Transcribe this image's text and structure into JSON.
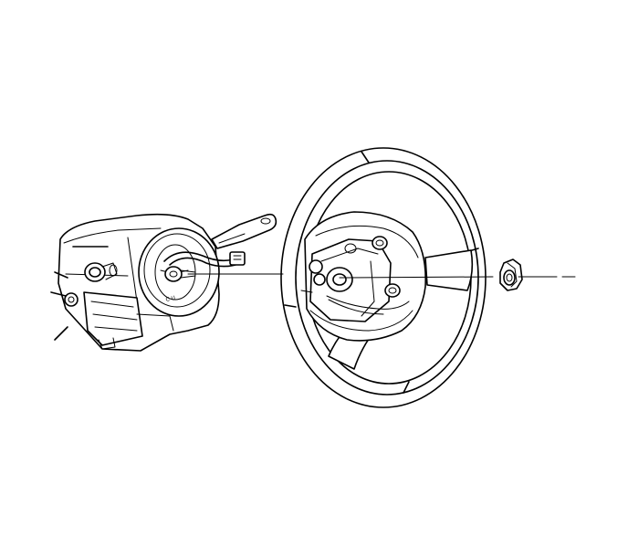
{
  "diagram": {
    "colors": {
      "line": "#000000",
      "background": "#ffffff"
    },
    "parts": [
      {
        "id": "steering-column-switch-housing",
        "icon": "steering-column-housing"
      },
      {
        "id": "steering-wheel",
        "icon": "steering-wheel"
      },
      {
        "id": "steering-wheel-nut",
        "icon": "hex-nut"
      }
    ],
    "engraved_text": {
      "clockspring_mark": "C U"
    }
  }
}
